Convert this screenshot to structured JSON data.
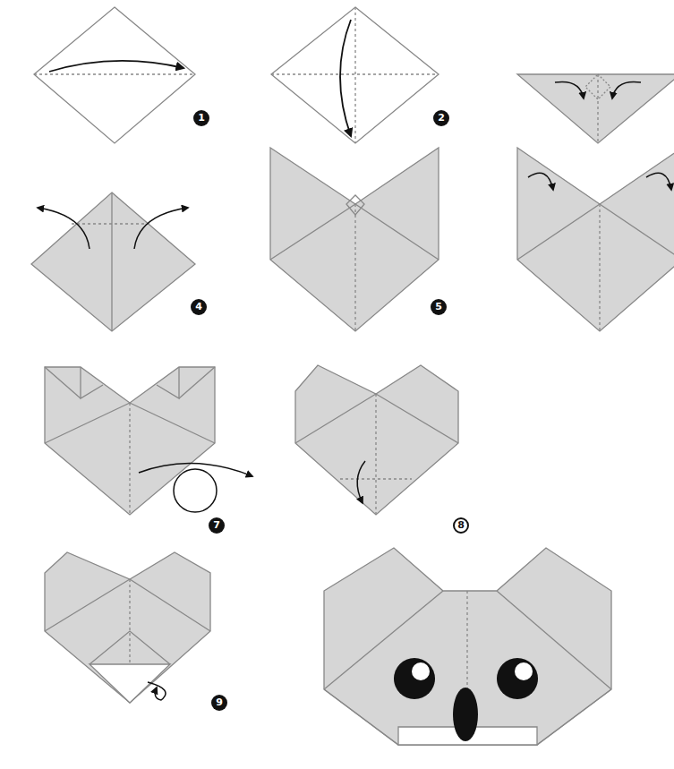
{
  "diagram": {
    "labels": [
      "1",
      "2",
      "4",
      "5",
      "7",
      "8",
      "9"
    ]
  }
}
